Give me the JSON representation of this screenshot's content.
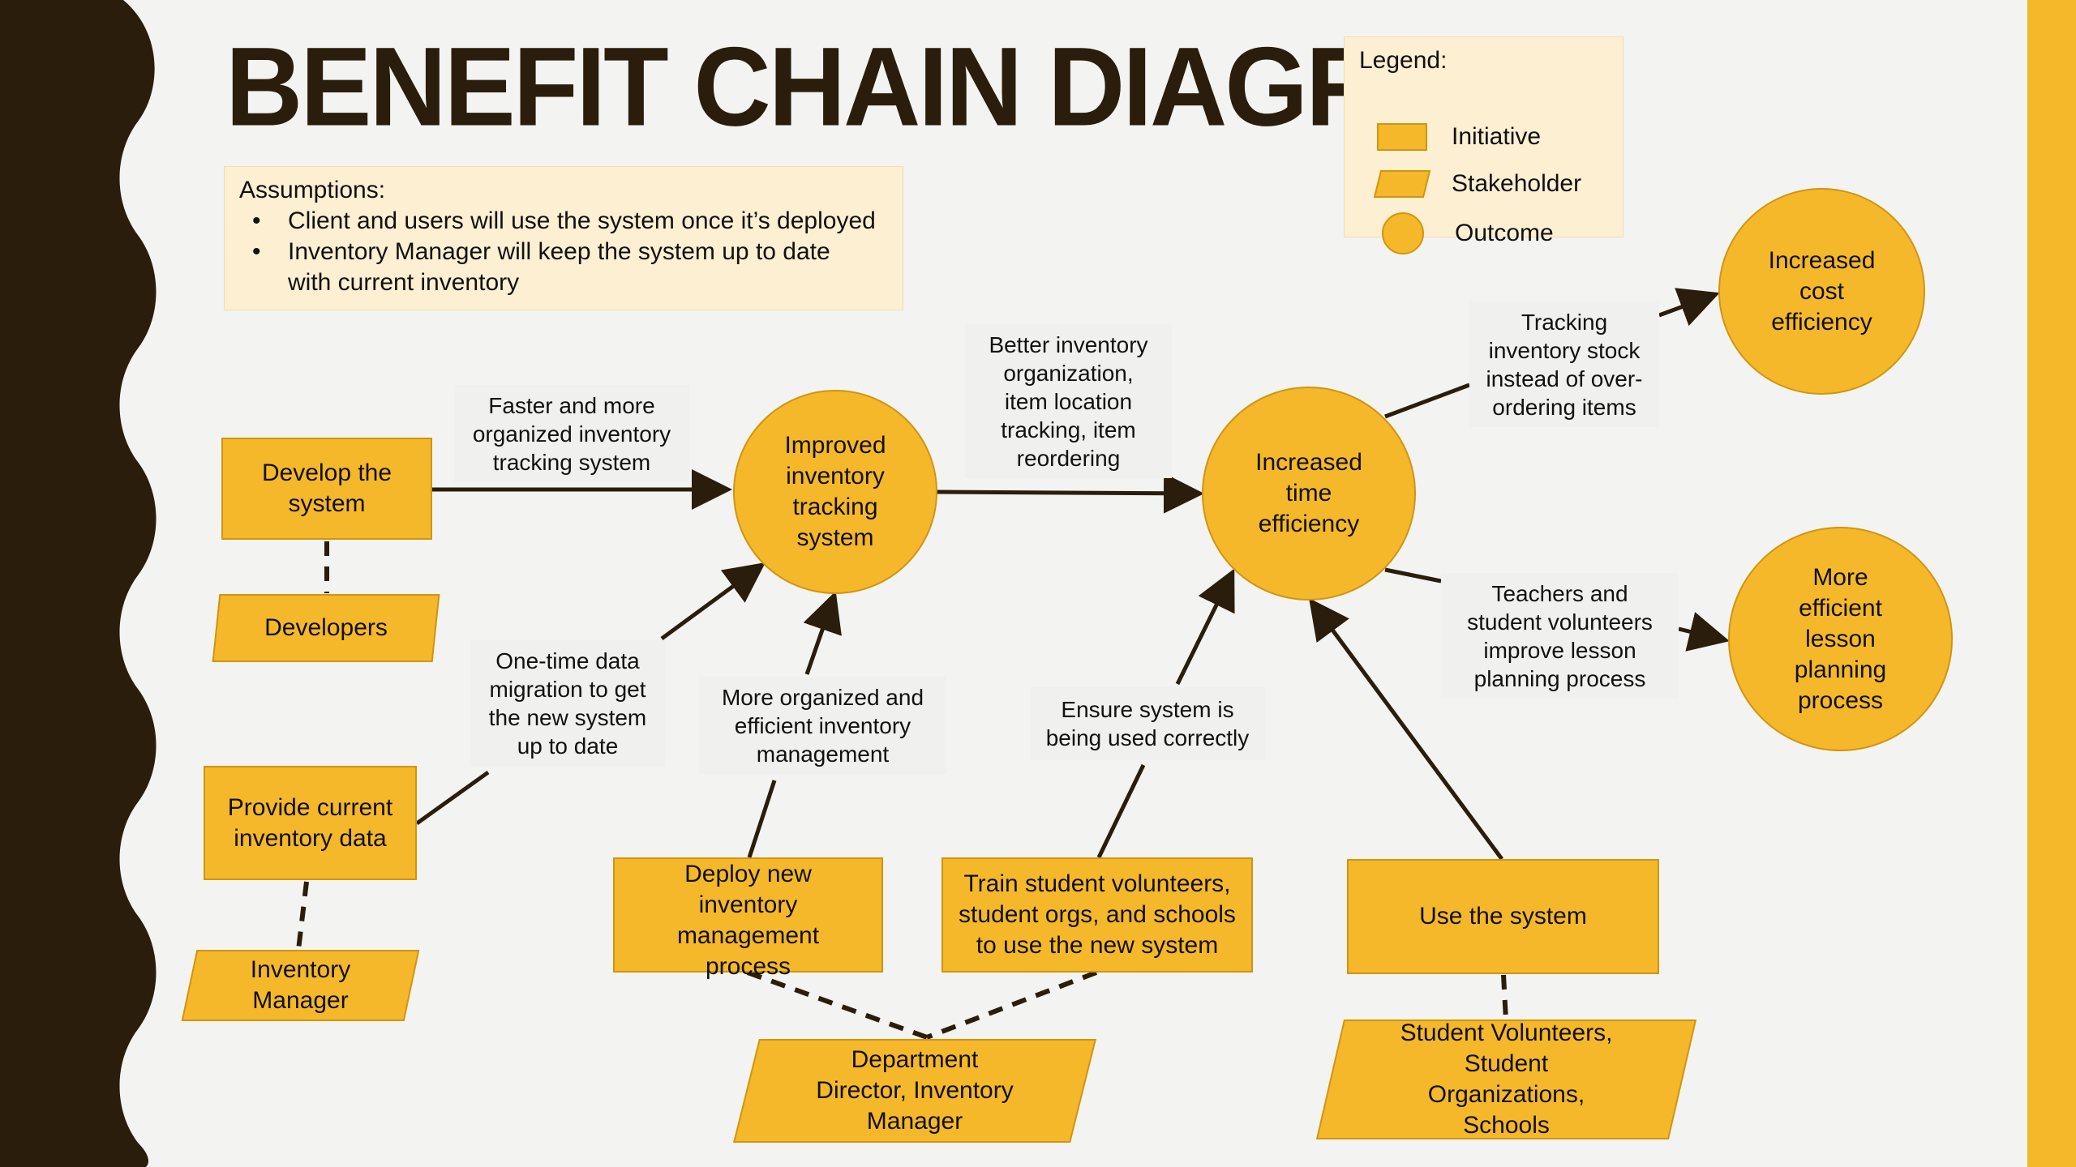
{
  "title": "BENEFIT CHAIN DIAGRAM",
  "colors": {
    "accent": "#f5b82a",
    "dark": "#2a1d0c",
    "panel": "#fdefd2",
    "background": "#f3f3f1"
  },
  "assumptions": {
    "heading": "Assumptions:",
    "items": [
      "Client and users will use the system once it’s deployed",
      "Inventory Manager will keep the system up to date\nwith current inventory"
    ]
  },
  "legend": {
    "title": "Legend:",
    "items": [
      {
        "shape": "rectangle",
        "label": "Initiative"
      },
      {
        "shape": "parallelogram",
        "label": "Stakeholder"
      },
      {
        "shape": "circle",
        "label": "Outcome"
      }
    ]
  },
  "initiatives": {
    "develop": "Develop the\nsystem",
    "provide_data": "Provide current\ninventory data",
    "deploy": "Deploy new\ninventory\nmanagement\nprocess",
    "train": "Train student volunteers,\nstudent orgs, and schools\nto use the new system",
    "use": "Use the system"
  },
  "stakeholders": {
    "developers": "Developers",
    "inventory_manager": "Inventory\nManager",
    "department": "Department\nDirector, Inventory\nManager",
    "students": "Student Volunteers,\nStudent\nOrganizations,\nSchools"
  },
  "outcomes": {
    "improved_tracking": "Improved\ninventory\ntracking\nsystem",
    "time_efficiency": "Increased\ntime\nefficiency",
    "cost_efficiency": "Increased\ncost\nefficiency",
    "lesson_planning": "More\nefficient\nlesson\nplanning\nprocess"
  },
  "edge_labels": {
    "faster_tracking": "Faster and more\norganized inventory\ntracking system",
    "data_migration": "One-time data\nmigration to get\nthe new system\nup to date",
    "organized_management": "More organized and\nefficient inventory\nmanagement",
    "better_organization": "Better inventory\norganization,\nitem location\ntracking, item\nreordering",
    "correct_use": "Ensure system is\nbeing used correctly",
    "tracking_stock": "Tracking\ninventory stock\ninstead of over-\nordering items",
    "teachers_volunteers": "Teachers and\nstudent volunteers\nimprove lesson\nplanning process"
  }
}
